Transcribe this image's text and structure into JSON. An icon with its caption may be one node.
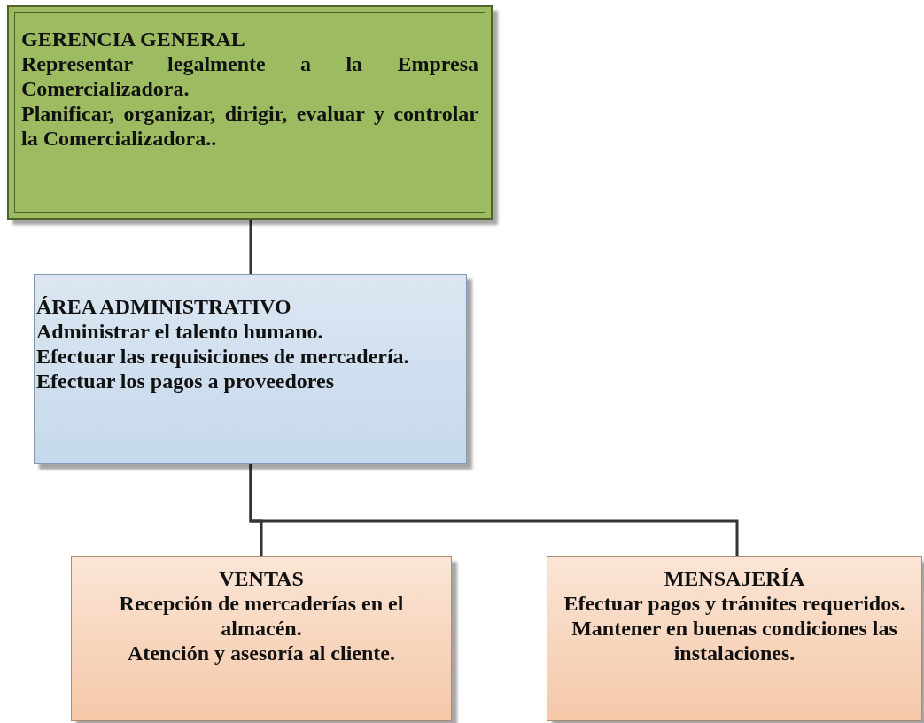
{
  "diagram": {
    "nodes": [
      {
        "text": [
          "GERENCIA GENERAL",
          "Representar legalmente a la Empresa Comercializadora.",
          "Planificar, organizar, dirigir, evaluar y controlar la Comercializadora.."
        ]
      },
      {
        "text": [
          "ÁREA ADMINISTRATIVO",
          "Administrar el talento humano.",
          "Efectuar las requisiciones de mercadería.",
          "Efectuar los pagos a proveedores"
        ]
      },
      {
        "text": [
          "VENTAS",
          "Recepción de mercaderías en el almacén.",
          "Atención y asesoría al cliente."
        ]
      },
      {
        "text": [
          "MENSAJERÍA",
          "Efectuar pagos y trámites requeridos.",
          "Mantener en buenas condiciones las instalaciones."
        ]
      }
    ],
    "edges": [
      {
        "from": 0,
        "to": 1,
        "arrow": "none"
      },
      {
        "from": 1,
        "to": 2,
        "arrow": "none"
      },
      {
        "from": 1,
        "to": 3,
        "arrow": "none"
      }
    ]
  }
}
